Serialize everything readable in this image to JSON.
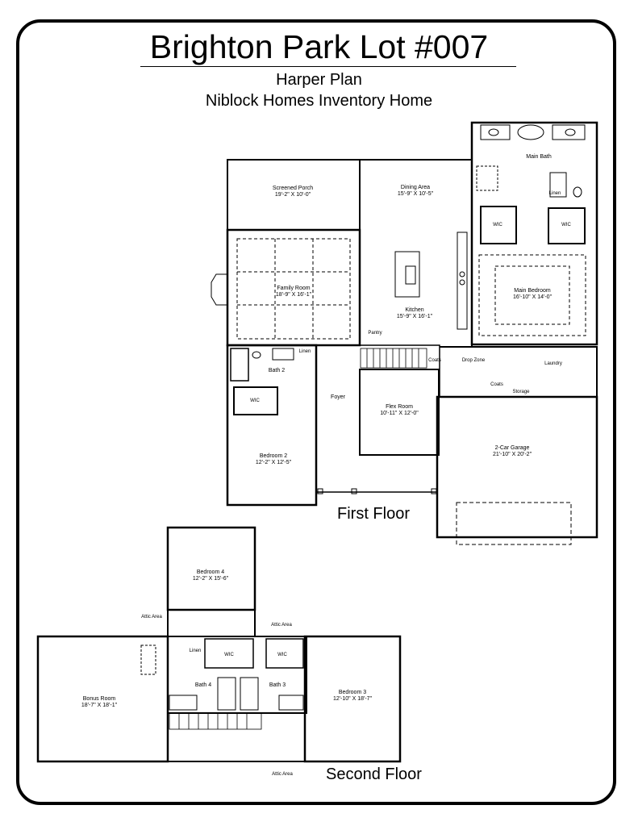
{
  "title": "Brighton Park Lot #007",
  "plan_name": "Harper Plan",
  "builder_line": "Niblock Homes Inventory Home",
  "floors": {
    "first": "First Floor",
    "second": "Second Floor"
  },
  "first_floor_rooms": {
    "screened_porch": {
      "name": "Screened Porch",
      "dims": "19'-2\" X 10'-0\""
    },
    "dining_area": {
      "name": "Dining Area",
      "dims": "15'-9\" X 10'-5\""
    },
    "main_bath": {
      "name": "Main Bath"
    },
    "linen_main": "Linen",
    "wic_left": "WIC",
    "wic_right": "WIC",
    "main_bedroom": {
      "name": "Main Bedroom",
      "dims": "16'-10\" X 14'-0\""
    },
    "family_room": {
      "name": "Family Room",
      "dims": "18'-9\" X 16'-1\""
    },
    "kitchen": {
      "name": "Kitchen",
      "dims": "15'-9\" X 16'-1\""
    },
    "pantry": "Pantry",
    "coats_1": "Coats",
    "drop_zone": "Drop Zone",
    "laundry": "Laundry",
    "coats_2": "Coats",
    "storage": "Storage",
    "linen_bath2": "Linen",
    "bath_2": "Bath 2",
    "wic_bed2": "WIC",
    "foyer": "Foyer",
    "flex_room": {
      "name": "Flex Room",
      "dims": "10'-11\" X 12'-0\""
    },
    "bedroom_2": {
      "name": "Bedroom 2",
      "dims": "12'-2\" X 12'-5\""
    },
    "garage": {
      "name": "2-Car Garage",
      "dims": "21'-10\" X 20'-2\""
    }
  },
  "second_floor_rooms": {
    "bedroom_4": {
      "name": "Bedroom 4",
      "dims": "12'-2\" X 15'-6\""
    },
    "attic_area_1": "Attic Area",
    "attic_area_2": "Attic Area",
    "attic_area_3": "Attic Area",
    "linen": "Linen",
    "wic_a": "WIC",
    "wic_b": "WIC",
    "bath_4": "Bath 4",
    "bath_3": "Bath 3",
    "bonus_room": {
      "name": "Bonus Room",
      "dims": "18'-7\" X 18'-1\""
    },
    "bedroom_3": {
      "name": "Bedroom 3",
      "dims": "12'-10\" X 18'-7\""
    }
  }
}
